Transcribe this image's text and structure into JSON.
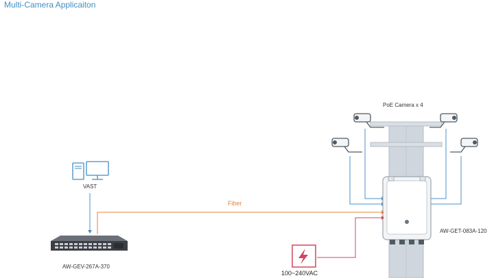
{
  "title": "Multi-Camera Applicaiton",
  "labels": {
    "vast": "VAST",
    "switch": "AW-GEV-267A-370",
    "fiber": "Fiber",
    "cameras": "PoE Camera x 4",
    "enclosure": "AW-GET-083A-120",
    "power": "100~240VAC"
  },
  "colors": {
    "title": "#3e8fc3",
    "poe_line": "#4a90c8",
    "fiber_line": "#e8833a",
    "power_line": "#d2455f",
    "power_icon": "#d2455f",
    "pole": "#c9d1d8",
    "switch_body": "#3b3f44"
  },
  "icons": {
    "workstation": "desktop-computer-icon",
    "switch": "network-switch-icon",
    "camera": "bullet-camera-icon",
    "enclosure": "outdoor-enclosure-icon",
    "power": "lightning-bolt-icon"
  }
}
